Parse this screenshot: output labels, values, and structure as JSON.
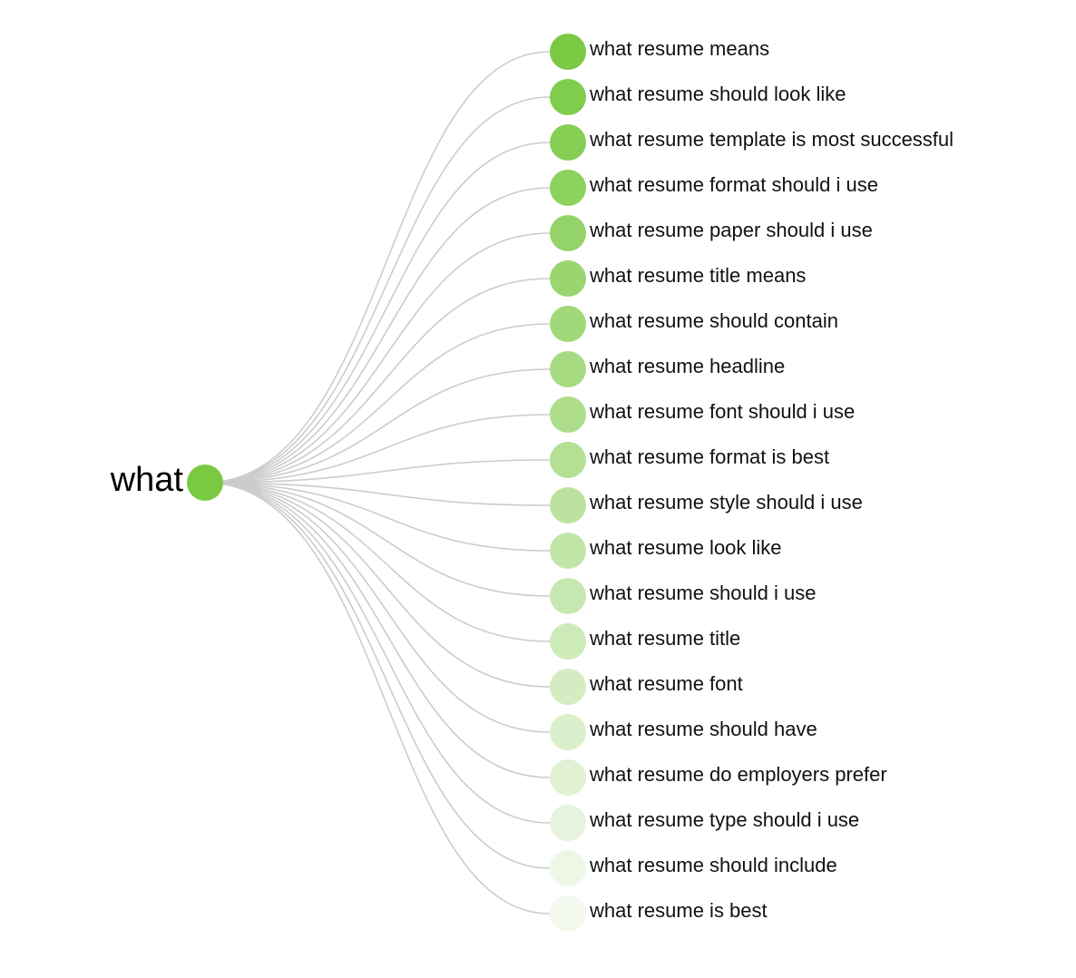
{
  "root": {
    "label": "what",
    "color": "#7ac943"
  },
  "node_color_start": "#7ac943",
  "node_color_end": "#f4f9ef",
  "link_color": "#cccccc",
  "children": [
    {
      "label": "what resume means"
    },
    {
      "label": "what resume should look like"
    },
    {
      "label": "what resume template is most successful"
    },
    {
      "label": "what resume format should i use"
    },
    {
      "label": "what resume paper should i use"
    },
    {
      "label": "what resume title means"
    },
    {
      "label": "what resume should contain"
    },
    {
      "label": "what resume headline"
    },
    {
      "label": "what resume font should i use"
    },
    {
      "label": "what resume format is best"
    },
    {
      "label": "what resume style should i use"
    },
    {
      "label": "what resume look like"
    },
    {
      "label": "what resume should i use"
    },
    {
      "label": "what resume title"
    },
    {
      "label": "what resume font"
    },
    {
      "label": "what resume should have"
    },
    {
      "label": "what resume do employers prefer"
    },
    {
      "label": "what resume type should i use"
    },
    {
      "label": "what resume should include"
    },
    {
      "label": "what resume is best"
    }
  ]
}
